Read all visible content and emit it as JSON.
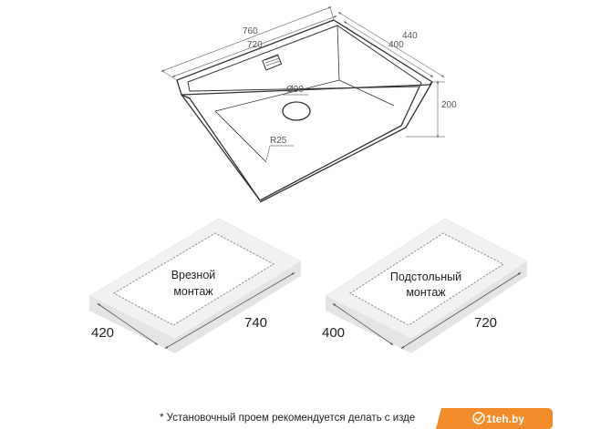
{
  "sink": {
    "dim_outer_width": "760",
    "dim_inner_width": "720",
    "dim_outer_depth": "440",
    "dim_inner_depth": "400",
    "dim_height": "200",
    "drain_label": "Ø90",
    "radius_label": "R25"
  },
  "inset_cutout": {
    "label_line1": "Врезной",
    "label_line2": "монтаж",
    "dim_short": "420",
    "dim_long": "740"
  },
  "undermount_cutout": {
    "label_line1": "Подстольный",
    "label_line2": "монтаж",
    "dim_short": "400",
    "dim_long": "720"
  },
  "footnote": "* Установочный проем рекомендуется делать с изде",
  "watermark": {
    "text": "1teh.by",
    "color": "#f28c28"
  }
}
